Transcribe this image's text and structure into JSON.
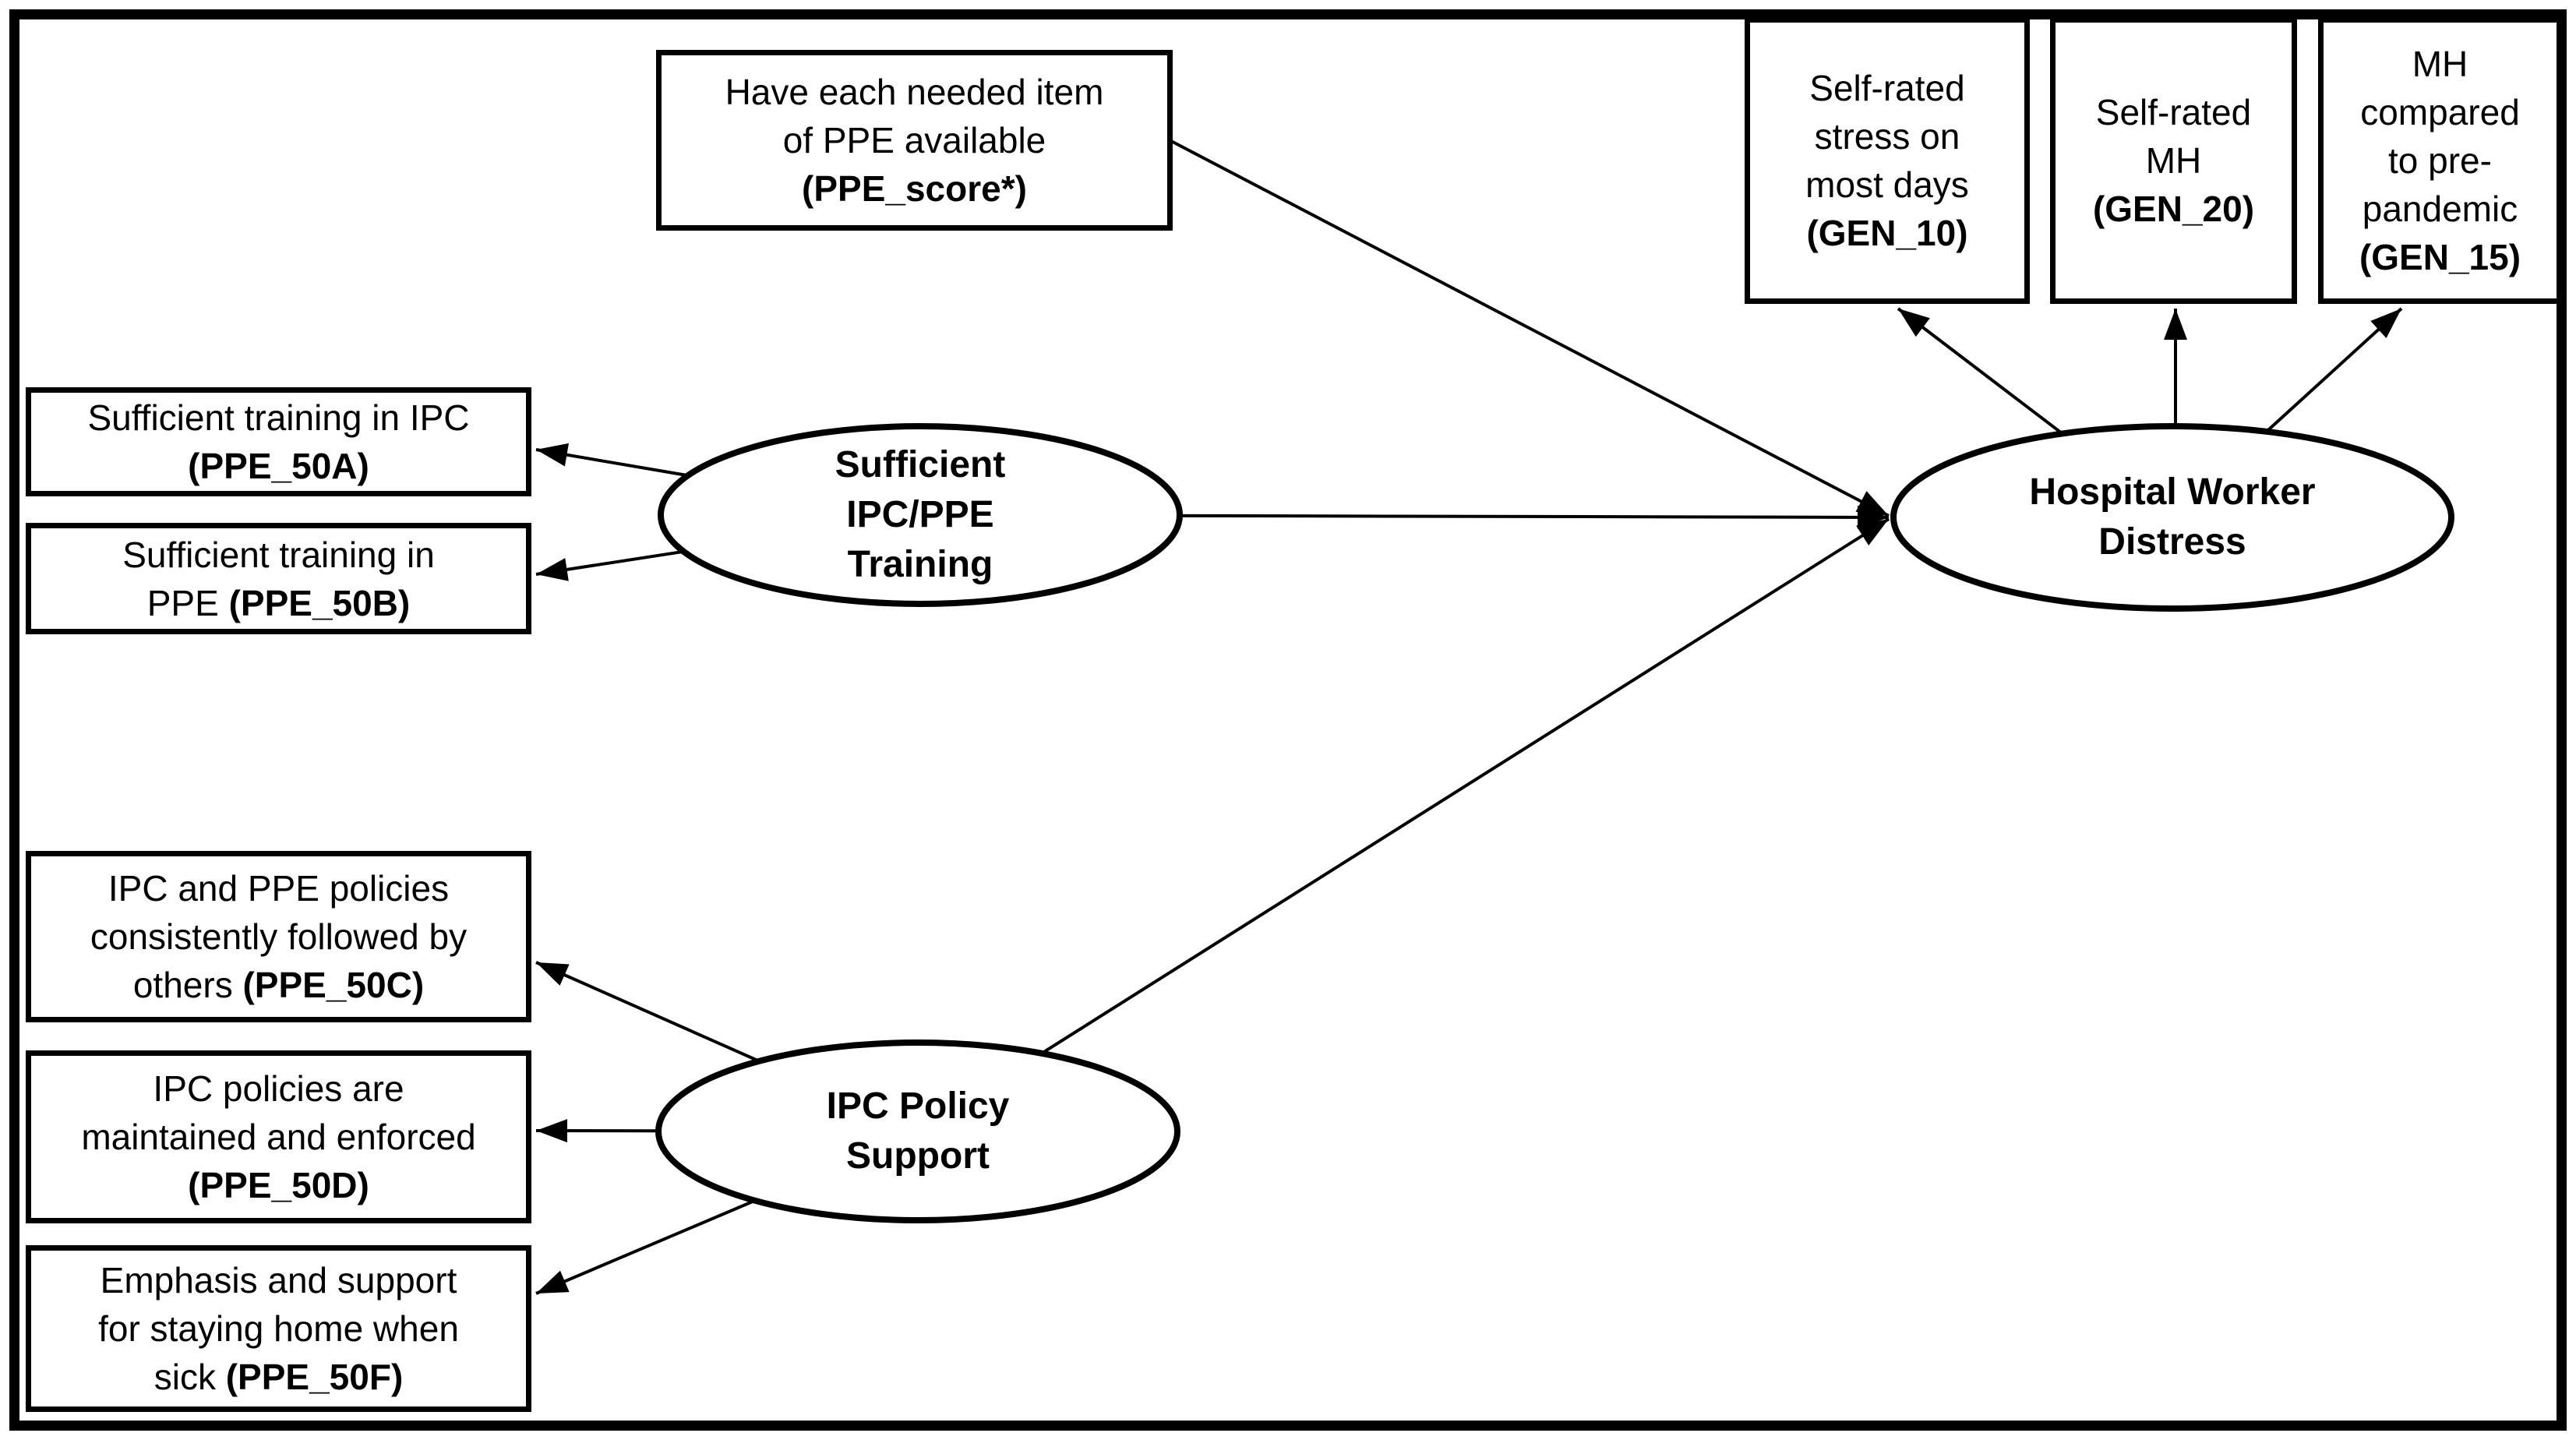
{
  "diagram": {
    "type": "sem-path-diagram",
    "colors": {
      "ink": "#000000",
      "paper": "#ffffff"
    },
    "indicator_boxes": {
      "ppe_score": {
        "line1": "Have each needed item",
        "line2": "of PPE available",
        "code": "(PPE_score*)"
      },
      "ppe_50a": {
        "line1": "Sufficient training in IPC",
        "code": "(PPE_50A)"
      },
      "ppe_50b": {
        "line1": "Sufficient training in",
        "line2_prefix": "PPE ",
        "code": "(PPE_50B)"
      },
      "ppe_50c": {
        "line1": "IPC and PPE policies",
        "line2": "consistently followed by",
        "line3_prefix": "others ",
        "code": "(PPE_50C)"
      },
      "ppe_50d": {
        "line1": "IPC policies are",
        "line2": "maintained and enforced",
        "code": "(PPE_50D)"
      },
      "ppe_50f": {
        "line1": "Emphasis and support",
        "line2": "for staying home when",
        "line3_prefix": "sick ",
        "code": "(PPE_50F)"
      },
      "gen_10": {
        "line1": "Self-rated",
        "line2": "stress on",
        "line3": "most days",
        "code": "(GEN_10)"
      },
      "gen_20": {
        "line1": "Self-rated",
        "line2": "MH",
        "code": "(GEN_20)"
      },
      "gen_15": {
        "line1": "MH",
        "line2": "compared",
        "line3": "to pre-",
        "line4": "pandemic",
        "code": "(GEN_15)"
      }
    },
    "latent_variables": {
      "training": {
        "line1": "Sufficient",
        "line2": "IPC/PPE",
        "line3": "Training"
      },
      "policy": {
        "line1": "IPC Policy",
        "line2": "Support"
      },
      "distress": {
        "line1": "Hospital Worker",
        "line2": "Distress"
      }
    }
  }
}
